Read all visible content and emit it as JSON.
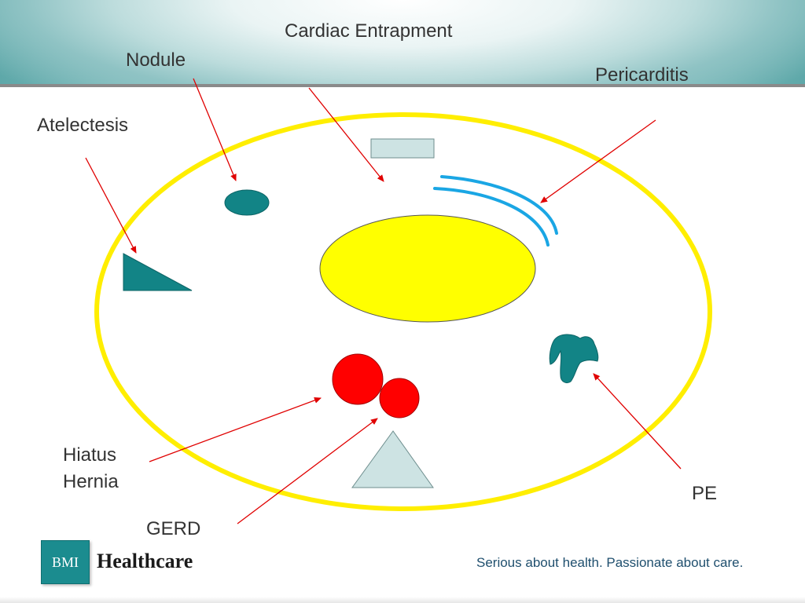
{
  "labels": {
    "cardiac_entrapment": "Cardiac Entrapment",
    "nodule": "Nodule",
    "pericarditis": "Pericarditis",
    "atelectesis": "Atelectesis",
    "hiatus_hernia_line1": "Hiatus",
    "hiatus_hernia_line2": "Hernia",
    "gerd": "GERD",
    "pe": "PE"
  },
  "footer": {
    "logo_mark": "BMI",
    "logo_word": "Healthcare",
    "tagline": "Serious about health. Passionate about care."
  },
  "colors": {
    "outline_ring": "#ffee00",
    "heart": "#ffff00",
    "teal_shapes": "#128486",
    "hernia_red": "#ff0000",
    "arrow_red": "#e00000",
    "pericardium_blue": "#1aa6e4",
    "pale_box": "#cde3e3"
  }
}
